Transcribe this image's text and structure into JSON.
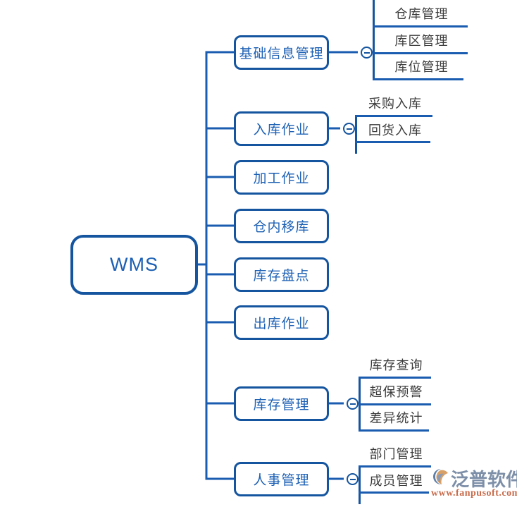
{
  "diagram": {
    "type": "mindmap",
    "title_node": "WMS",
    "background": "#ffffff",
    "colors": {
      "node_border": "#15559f",
      "node_text": "#1c60b4",
      "connector": "#1a5cb0",
      "sub_text": "#3b3b3b",
      "watermark_name": "#7d8fa8",
      "watermark_url": "#c86a4a"
    },
    "root": {
      "label": "WMS"
    },
    "branches": [
      {
        "label": "基础信息管理",
        "toggle": "collapse-minus-icon",
        "children": [
          "仓库管理",
          "库区管理",
          "库位管理"
        ]
      },
      {
        "label": "入库作业",
        "toggle": "collapse-minus-icon",
        "children": [
          "采购入库",
          "回货入库"
        ]
      },
      {
        "label": "加工作业",
        "toggle": null,
        "children": []
      },
      {
        "label": "仓内移库",
        "toggle": null,
        "children": []
      },
      {
        "label": "库存盘点",
        "toggle": null,
        "children": []
      },
      {
        "label": "出库作业",
        "toggle": null,
        "children": []
      },
      {
        "label": "库存管理",
        "toggle": "collapse-minus-icon",
        "children": [
          "库存查询",
          "超保预警",
          "差异统计"
        ]
      },
      {
        "label": "人事管理",
        "toggle": "collapse-minus-icon",
        "children": [
          "部门管理",
          "成员管理"
        ]
      }
    ]
  },
  "watermark": {
    "name": "泛普软件",
    "url": "www.fanpusoft.com"
  }
}
